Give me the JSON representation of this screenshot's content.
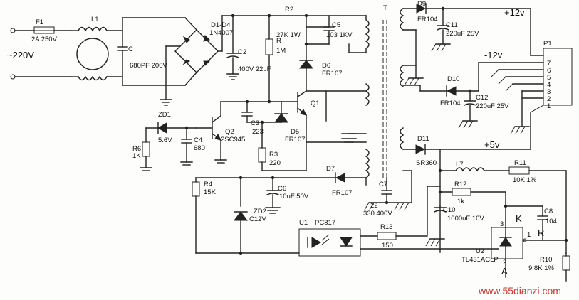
{
  "input": {
    "voltage": "~220V"
  },
  "labels": {
    "F1": "F1",
    "F1_val": "2A 250V",
    "L1": "L1",
    "C": "C",
    "C_val": "680PF 200V",
    "D1D4": "D1-D4",
    "D1D4_val": "1N4007",
    "C2": "C2",
    "C2_val": "400V 22uF",
    "R2": "R2",
    "R2_val": "27K 1W",
    "R": "R",
    "R_val": "1M",
    "C5": "C5",
    "C5_val": "103 1KV",
    "D6": "D6",
    "D6_val": "FR107",
    "T": "T",
    "D9": "D9",
    "D9_val": "FR104",
    "C11": "C11",
    "C11_val": "220uF 25V",
    "plus12": "+12v",
    "minus12": "-12v",
    "D10": "D10",
    "D10_val": "FR104",
    "C12": "C12",
    "C12_val": "220uF  25V",
    "P1": "P1",
    "p7": "7",
    "p6": "6",
    "p5": "5",
    "p4": "4",
    "p3": "3",
    "p2": "2",
    "p1": "1",
    "Q1": "Q1",
    "ZD1": "ZD1",
    "ZD1_val": "5.6V",
    "C4": "C4",
    "C4_val": "680",
    "C3": "C3",
    "C3_val": "223",
    "Q2": "Q2",
    "Q2_val": "2SC945",
    "D5": "D5",
    "D5_val": "FR107",
    "R6": "R6",
    "R6_val": "1K",
    "R3": "R3",
    "R3_val": "220",
    "D11": "D11",
    "D11_val": "SR360",
    "plus5": "+5v",
    "L7": "L7",
    "R11": "R11",
    "R11_val": "10K  1%",
    "R4": "R4",
    "R4_val": "15K",
    "C6": "C6",
    "C6_val": "10uF  50V",
    "D7": "D7",
    "D7_val": "FR107",
    "C7": "C7",
    "C7_val1": "22",
    "C7_val2": "330 400V",
    "R12": "R12",
    "R12_val": "1k",
    "C10": "C10",
    "C10_val": "1000uF  10V",
    "C8": "C8",
    "C8_val": "104",
    "ZD2": "ZD2",
    "ZD2_val": "C12V",
    "U1": "U1",
    "U1_val": "PC817",
    "R13": "R13",
    "R13_val": "150",
    "K": "K",
    "Rref": "R",
    "pin1": "1",
    "pin3": "3",
    "pin2": "2",
    "U2": "U2",
    "U2_val": "TL431ACLP",
    "A": "A",
    "R10": "R10",
    "R10_val": "9.8K  1%"
  },
  "watermark": "www.55dianzi.com"
}
